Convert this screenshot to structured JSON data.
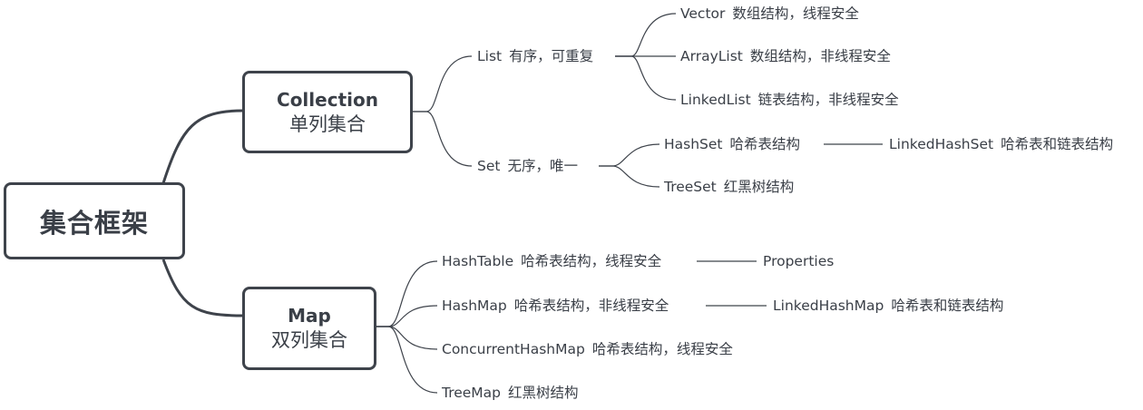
{
  "root": {
    "label": "集合框架"
  },
  "collection": {
    "title": "Collection",
    "subtitle": "单列集合",
    "list": {
      "name": "List",
      "desc": "有序，可重复",
      "children": [
        {
          "name": "Vector",
          "desc": "数组结构，线程安全"
        },
        {
          "name": "ArrayList",
          "desc": "数组结构，非线程安全"
        },
        {
          "name": "LinkedList",
          "desc": "链表结构，非线程安全"
        }
      ]
    },
    "set": {
      "name": "Set",
      "desc": "无序，唯一",
      "children": [
        {
          "name": "HashSet",
          "desc": "哈希表结构",
          "child": {
            "name": "LinkedHashSet",
            "desc": "哈希表和链表结构"
          }
        },
        {
          "name": "TreeSet",
          "desc": "红黑树结构"
        }
      ]
    }
  },
  "map": {
    "title": "Map",
    "subtitle": "双列集合",
    "children": [
      {
        "name": "HashTable",
        "desc": "哈希表结构，线程安全",
        "child": {
          "name": "Properties",
          "desc": ""
        }
      },
      {
        "name": "HashMap",
        "desc": "哈希表结构，非线程安全",
        "child": {
          "name": "LinkedHashMap",
          "desc": "哈希表和链表结构"
        }
      },
      {
        "name": "ConcurrentHashMap",
        "desc": "哈希表结构，线程安全"
      },
      {
        "name": "TreeMap",
        "desc": "红黑树结构"
      }
    ]
  }
}
